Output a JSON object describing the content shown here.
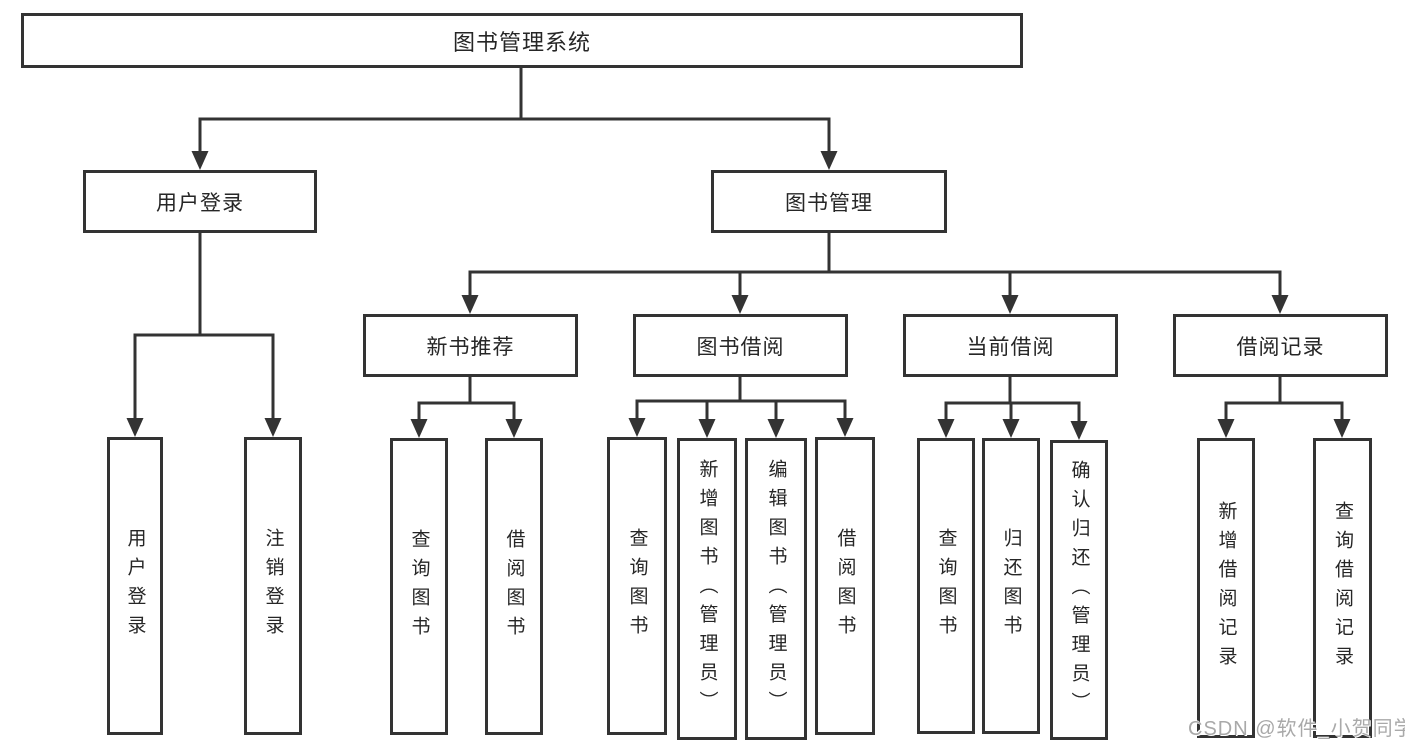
{
  "diagram": {
    "root": {
      "label": "图书管理系统"
    },
    "branches": [
      {
        "label": "用户登录",
        "children": [
          {
            "label": "用户登录"
          },
          {
            "label": "注销登录"
          }
        ]
      },
      {
        "label": "图书管理",
        "children": [
          {
            "label": "新书推荐",
            "children": [
              {
                "label": "查询图书"
              },
              {
                "label": "借阅图书"
              }
            ]
          },
          {
            "label": "图书借阅",
            "children": [
              {
                "label": "查询图书"
              },
              {
                "label": "新增图书（管理员）"
              },
              {
                "label": "编辑图书（管理员）"
              },
              {
                "label": "借阅图书"
              }
            ]
          },
          {
            "label": "当前借阅",
            "children": [
              {
                "label": "查询图书"
              },
              {
                "label": "归还图书"
              },
              {
                "label": "确认归还（管理员）"
              }
            ]
          },
          {
            "label": "借阅记录",
            "children": [
              {
                "label": "新增借阅记录"
              },
              {
                "label": "查询借阅记录"
              }
            ]
          }
        ]
      }
    ]
  },
  "watermark": {
    "text": "CSDN @软件_小贺同学"
  },
  "colors": {
    "line": "#333333",
    "text": "#262626",
    "watermark": "#a9a9a9",
    "background": "#ffffff"
  }
}
